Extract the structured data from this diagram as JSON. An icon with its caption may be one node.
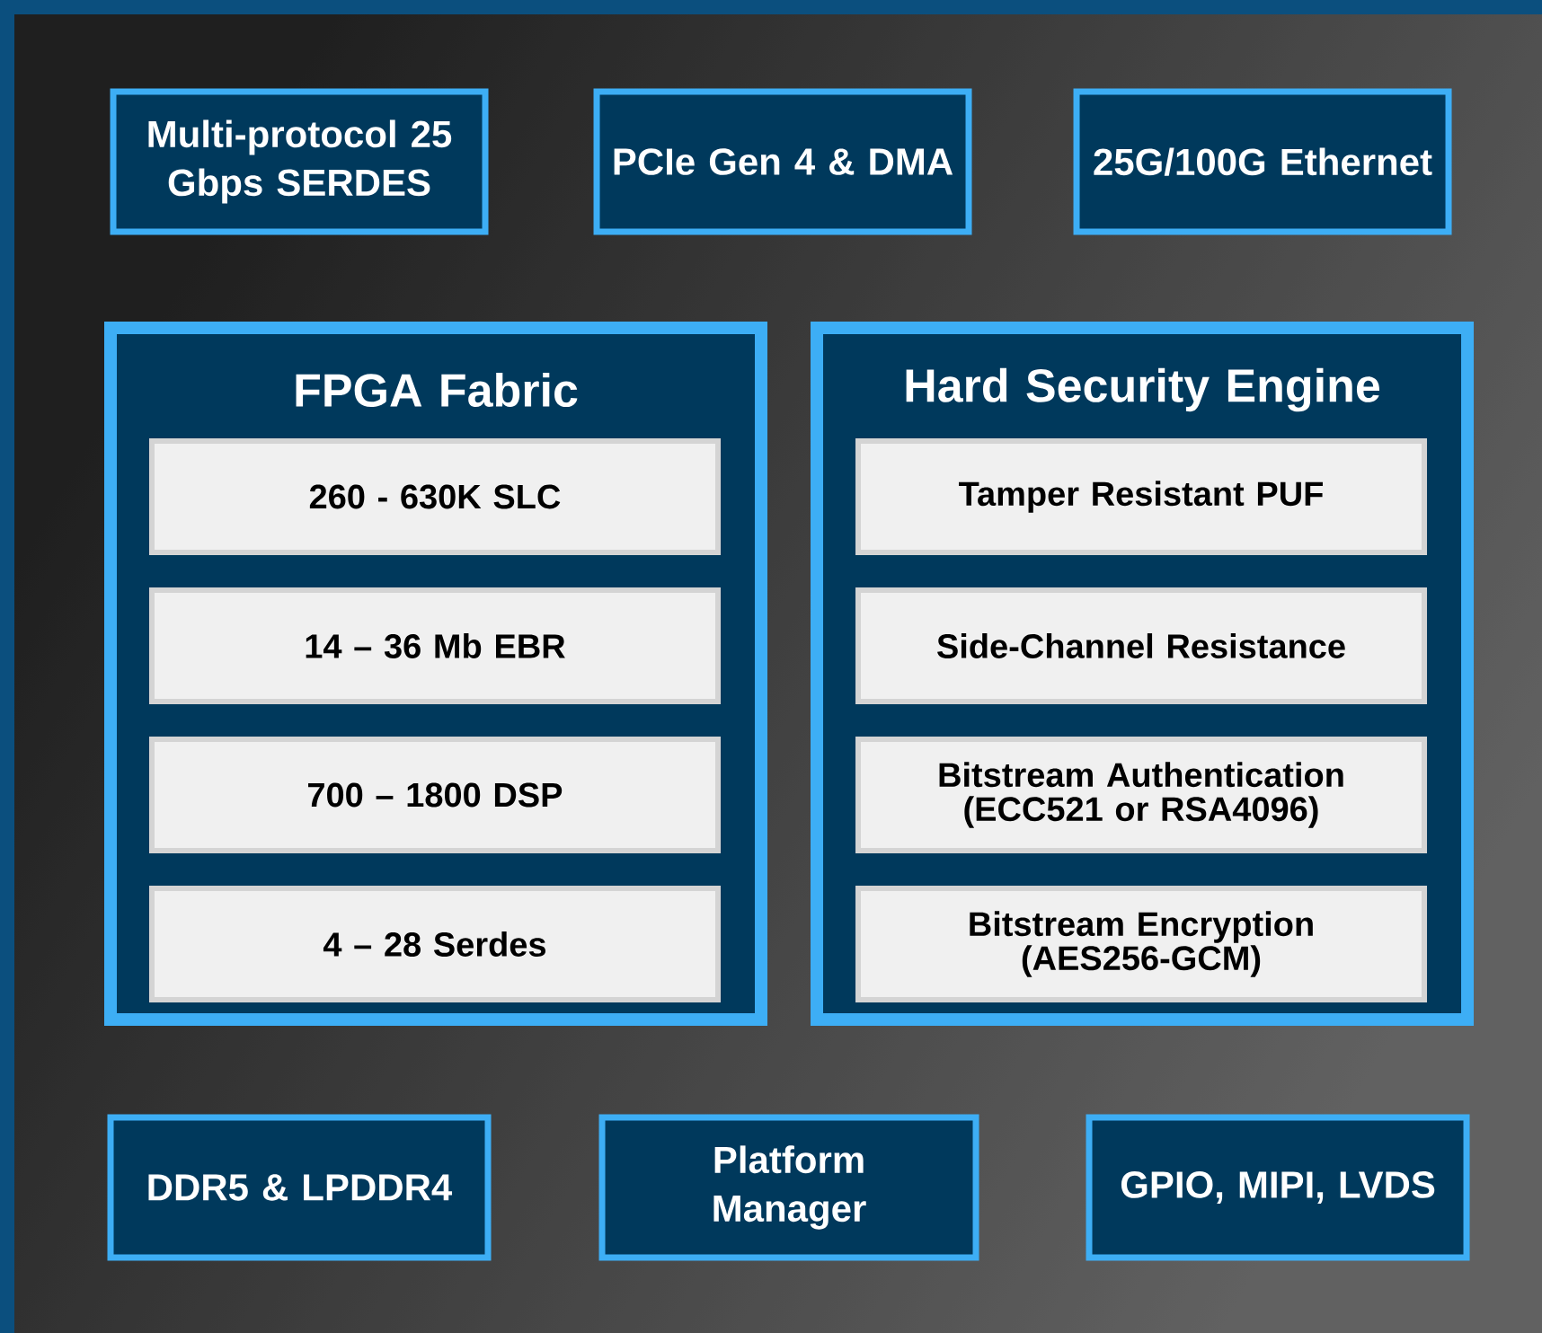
{
  "diagram": {
    "nodes": [
      {
        "text": [
          "Multi-protocol 25 Gbps SERDES"
        ]
      },
      {
        "text": [
          "PCIe Gen 4 & DMA"
        ]
      },
      {
        "text": [
          "25G/100G Ethernet"
        ]
      },
      {
        "text": [
          "FPGA Fabric"
        ]
      },
      {
        "text": [
          "260 - 630K SLC"
        ],
        "in": 3
      },
      {
        "text": [
          "14 – 36 Mb EBR"
        ],
        "in": 3
      },
      {
        "text": [
          "700 – 1800 DSP"
        ],
        "in": 3
      },
      {
        "text": [
          "4 – 28 Serdes"
        ],
        "in": 3
      },
      {
        "text": [
          "Hard Security Engine"
        ]
      },
      {
        "text": [
          "Tamper Resistant PUF"
        ],
        "in": 8
      },
      {
        "text": [
          "Side-Channel Resistance"
        ],
        "in": 8
      },
      {
        "text": [
          "Bitstream Authentication (ECC521 or RSA4096)"
        ],
        "in": 8
      },
      {
        "text": [
          "Bitstream Encryption (AES256-GCM)"
        ],
        "in": 8
      },
      {
        "text": [
          "DDR5 & LPDDR4"
        ]
      },
      {
        "text": [
          "Platform Manager"
        ]
      },
      {
        "text": [
          "GPIO, MIPI, LVDS"
        ]
      }
    ]
  }
}
